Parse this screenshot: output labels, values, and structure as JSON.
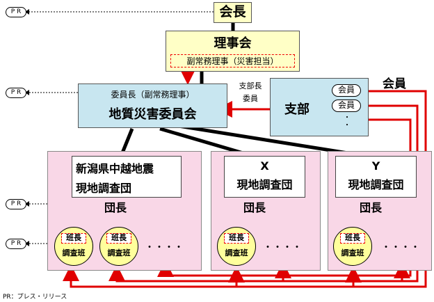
{
  "pr_label": "P R",
  "president": "会長",
  "board": {
    "title": "理事会",
    "sub": "副常務理事（災害担当）"
  },
  "committee": {
    "chair": "委員長（副常務理事）",
    "name": "地質災害委員会"
  },
  "branch_chief": [
    "支部長",
    "委員"
  ],
  "branch": {
    "name": "支部",
    "members": [
      "会員",
      "会員"
    ],
    "dots": "・ ・"
  },
  "members_label": "会員",
  "teams": [
    {
      "title": [
        "新潟県中越地震",
        "現地調査団"
      ],
      "leader": "団長"
    },
    {
      "title": [
        "X",
        "現地調査団"
      ],
      "leader": "団長"
    },
    {
      "title": [
        "Y",
        "現地調査団"
      ],
      "leader": "団長"
    }
  ],
  "squad": {
    "leader": "班長",
    "name": "調査班"
  },
  "ellipsis": "・・・・",
  "footnote": "PR：プレス・リリース",
  "colors": {
    "arrow_red": "#e00000",
    "yellow": "#ffffc6",
    "blue": "#c8e6f0",
    "pink": "#f9d7e7",
    "circle": "#ffff9c"
  }
}
